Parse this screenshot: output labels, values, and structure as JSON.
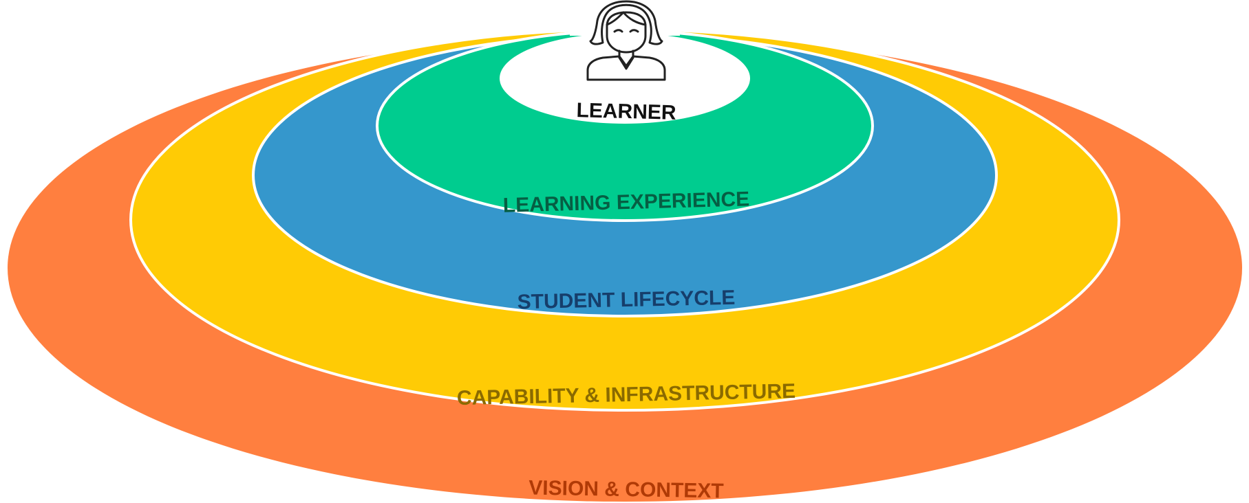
{
  "layers": [
    {
      "id": "vision",
      "label": "VISION & CONTEXT",
      "fill": "#FF7F3F",
      "text_color": "#B03A06"
    },
    {
      "id": "capability",
      "label": "CAPABILITY & INFRASTRUCTURE",
      "fill": "#FFCB05",
      "text_color": "#8A6A00"
    },
    {
      "id": "lifecycle",
      "label": "STUDENT LIFECYCLE",
      "fill": "#3597CC",
      "text_color": "#163E6B"
    },
    {
      "id": "experience",
      "label": "LEARNING EXPERIENCE",
      "fill": "#00CC8F",
      "text_color": "#065E43"
    },
    {
      "id": "learner",
      "label": "LEARNER",
      "fill": "#FFFFFF",
      "text_color": "#111111"
    }
  ],
  "learner_icon": "woman-avatar-icon"
}
